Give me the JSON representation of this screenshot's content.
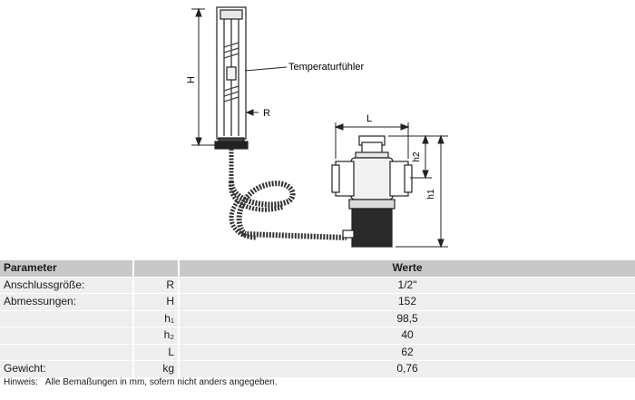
{
  "drawing": {
    "sensor_label": "Temperaturfühler",
    "dim_H": "H",
    "dim_R": "R",
    "dim_L": "L",
    "dim_h1": "h1",
    "dim_h2": "h2"
  },
  "table": {
    "header_param": "Parameter",
    "header_values": "Werte",
    "rows": [
      {
        "param": "Anschlussgröße:",
        "symbol": "R",
        "value": "1/2\""
      },
      {
        "param": "Abmessungen:",
        "symbol": "H",
        "value": "152"
      },
      {
        "param": "",
        "symbol": "h₁",
        "value": "98,5"
      },
      {
        "param": "",
        "symbol": "h₂",
        "value": "40"
      },
      {
        "param": "",
        "symbol": "L",
        "value": "62"
      },
      {
        "param": "Gewicht:",
        "symbol": "kg",
        "value": "0,76"
      }
    ]
  },
  "note": {
    "label": "Hinweis:",
    "text": "Alle Bemaßungen in mm, sofern nicht anders angegeben."
  }
}
